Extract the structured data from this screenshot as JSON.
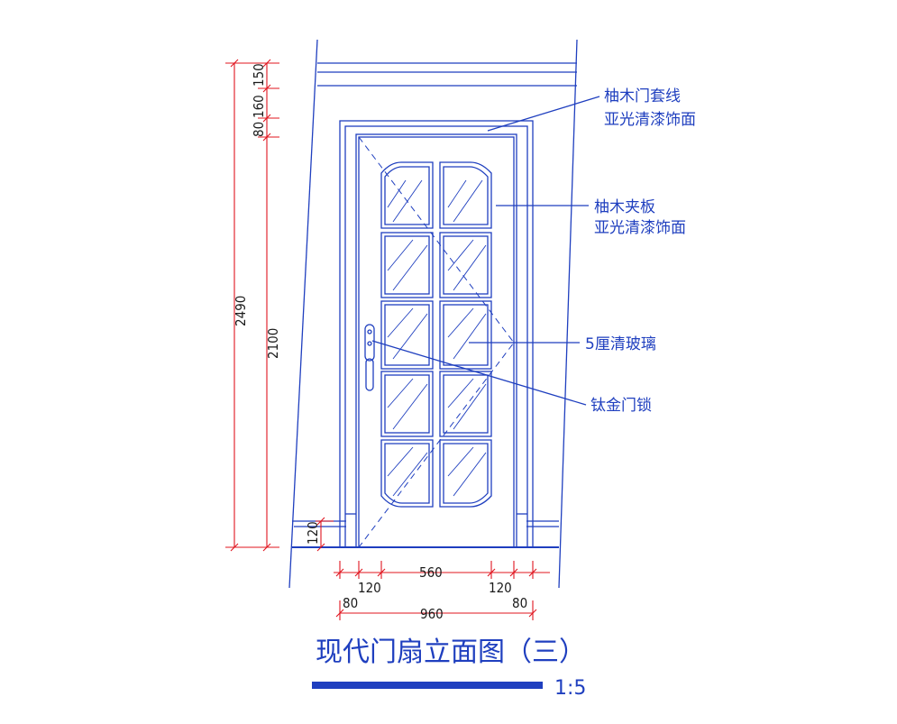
{
  "labels": {
    "frame_line1": "柚木门套线",
    "frame_line2": "亚光清漆饰面",
    "panel_line1": "柚木夹板",
    "panel_line2": "亚光清漆饰面",
    "glass": "5厘清玻璃",
    "lock": "钛金门锁"
  },
  "dimensions": {
    "v_150": "150",
    "v_160": "160",
    "v_80": "80",
    "v_2490": "2490",
    "v_2100": "2100",
    "v_120": "120",
    "h_560": "560",
    "h_120_left": "120",
    "h_120_right": "120",
    "h_80_left": "80",
    "h_80_right": "80",
    "h_960": "960"
  },
  "title": {
    "text": "现代门扇立面图（三）",
    "scale": "1:5"
  },
  "colors": {
    "linework": "#1f3fbf",
    "dimension": "#e0141e",
    "text": "#1a1a1a"
  }
}
